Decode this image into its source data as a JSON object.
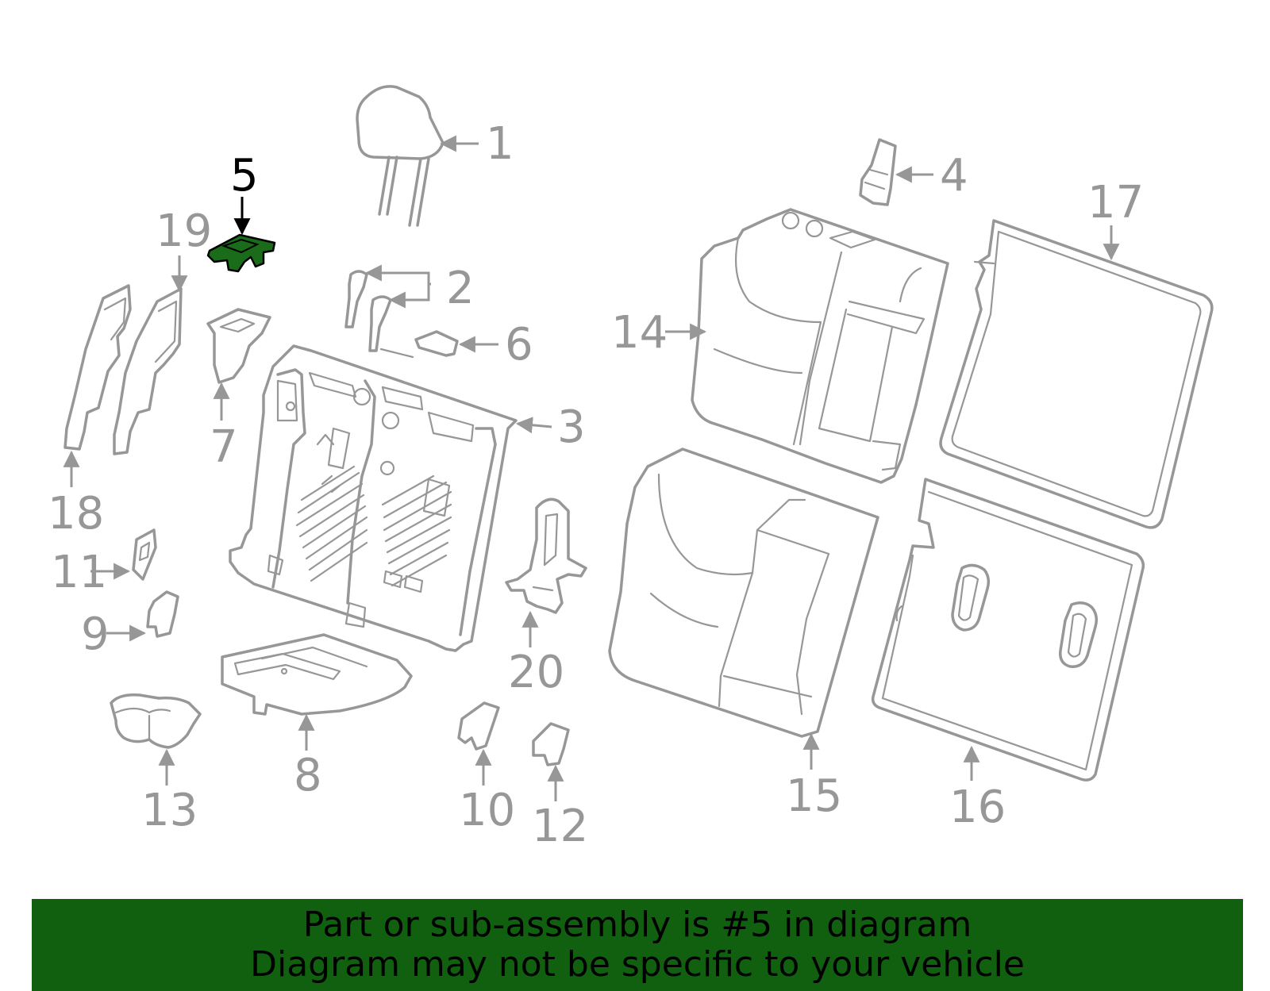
{
  "colors": {
    "line": "#979797",
    "highlight": "#1a6b1a",
    "banner": "#106010",
    "highlight_label": "#000000"
  },
  "diagram": {
    "highlighted_part": "5",
    "callouts": {
      "c1": "1",
      "c2": "2",
      "c3": "3",
      "c4": "4",
      "c5": "5",
      "c6": "6",
      "c7": "7",
      "c8": "8",
      "c9": "9",
      "c10": "10",
      "c11": "11",
      "c12": "12",
      "c13": "13",
      "c14": "14",
      "c15": "15",
      "c16": "16",
      "c17": "17",
      "c18": "18",
      "c19": "19",
      "c20": "20"
    }
  },
  "banner": {
    "line1": "Part or sub-assembly is #5 in diagram",
    "line2": "Diagram may not be specific to your vehicle"
  }
}
